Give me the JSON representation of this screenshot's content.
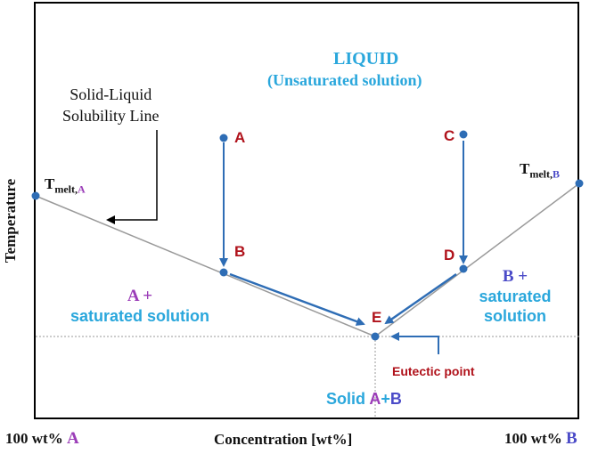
{
  "axes": {
    "y_label": "Temperature",
    "x_label": "Concentration [wt%]",
    "left_end": {
      "value": "100 wt%",
      "component": "A"
    },
    "right_end": {
      "value": "100 wt%",
      "component": "B"
    }
  },
  "regions": {
    "liquid_title": "LIQUID",
    "liquid_subtitle": "(Unsaturated solution)",
    "left_region_line1": "A +",
    "left_region_line2": "saturated solution",
    "right_region_line1": "B +",
    "right_region_line2": "saturated",
    "right_region_line3": "solution",
    "solid_prefix": "Solid",
    "solid_a": "A",
    "solid_plus": "+",
    "solid_b": "B"
  },
  "annotations": {
    "solubility_line1": "Solid-Liquid",
    "solubility_line2": "Solubility Line",
    "eutectic_point": "Eutectic point"
  },
  "melt_labels": {
    "a_main": "T",
    "a_sub_text": "melt,",
    "a_sub_component": "A",
    "b_main": "T",
    "b_sub_text": "melt,",
    "b_sub_component": "B"
  },
  "points": {
    "A": "A",
    "B": "B",
    "C": "C",
    "D": "D",
    "E": "E"
  },
  "colors": {
    "point_color": "#2e6db5",
    "arrow_color": "#2e6db5",
    "line_color": "#9a9a9a",
    "label_red": "#b0121b",
    "text_cyan": "#2aa7dc",
    "component_a": "#9b3db8",
    "component_b": "#4b4bc8"
  }
}
